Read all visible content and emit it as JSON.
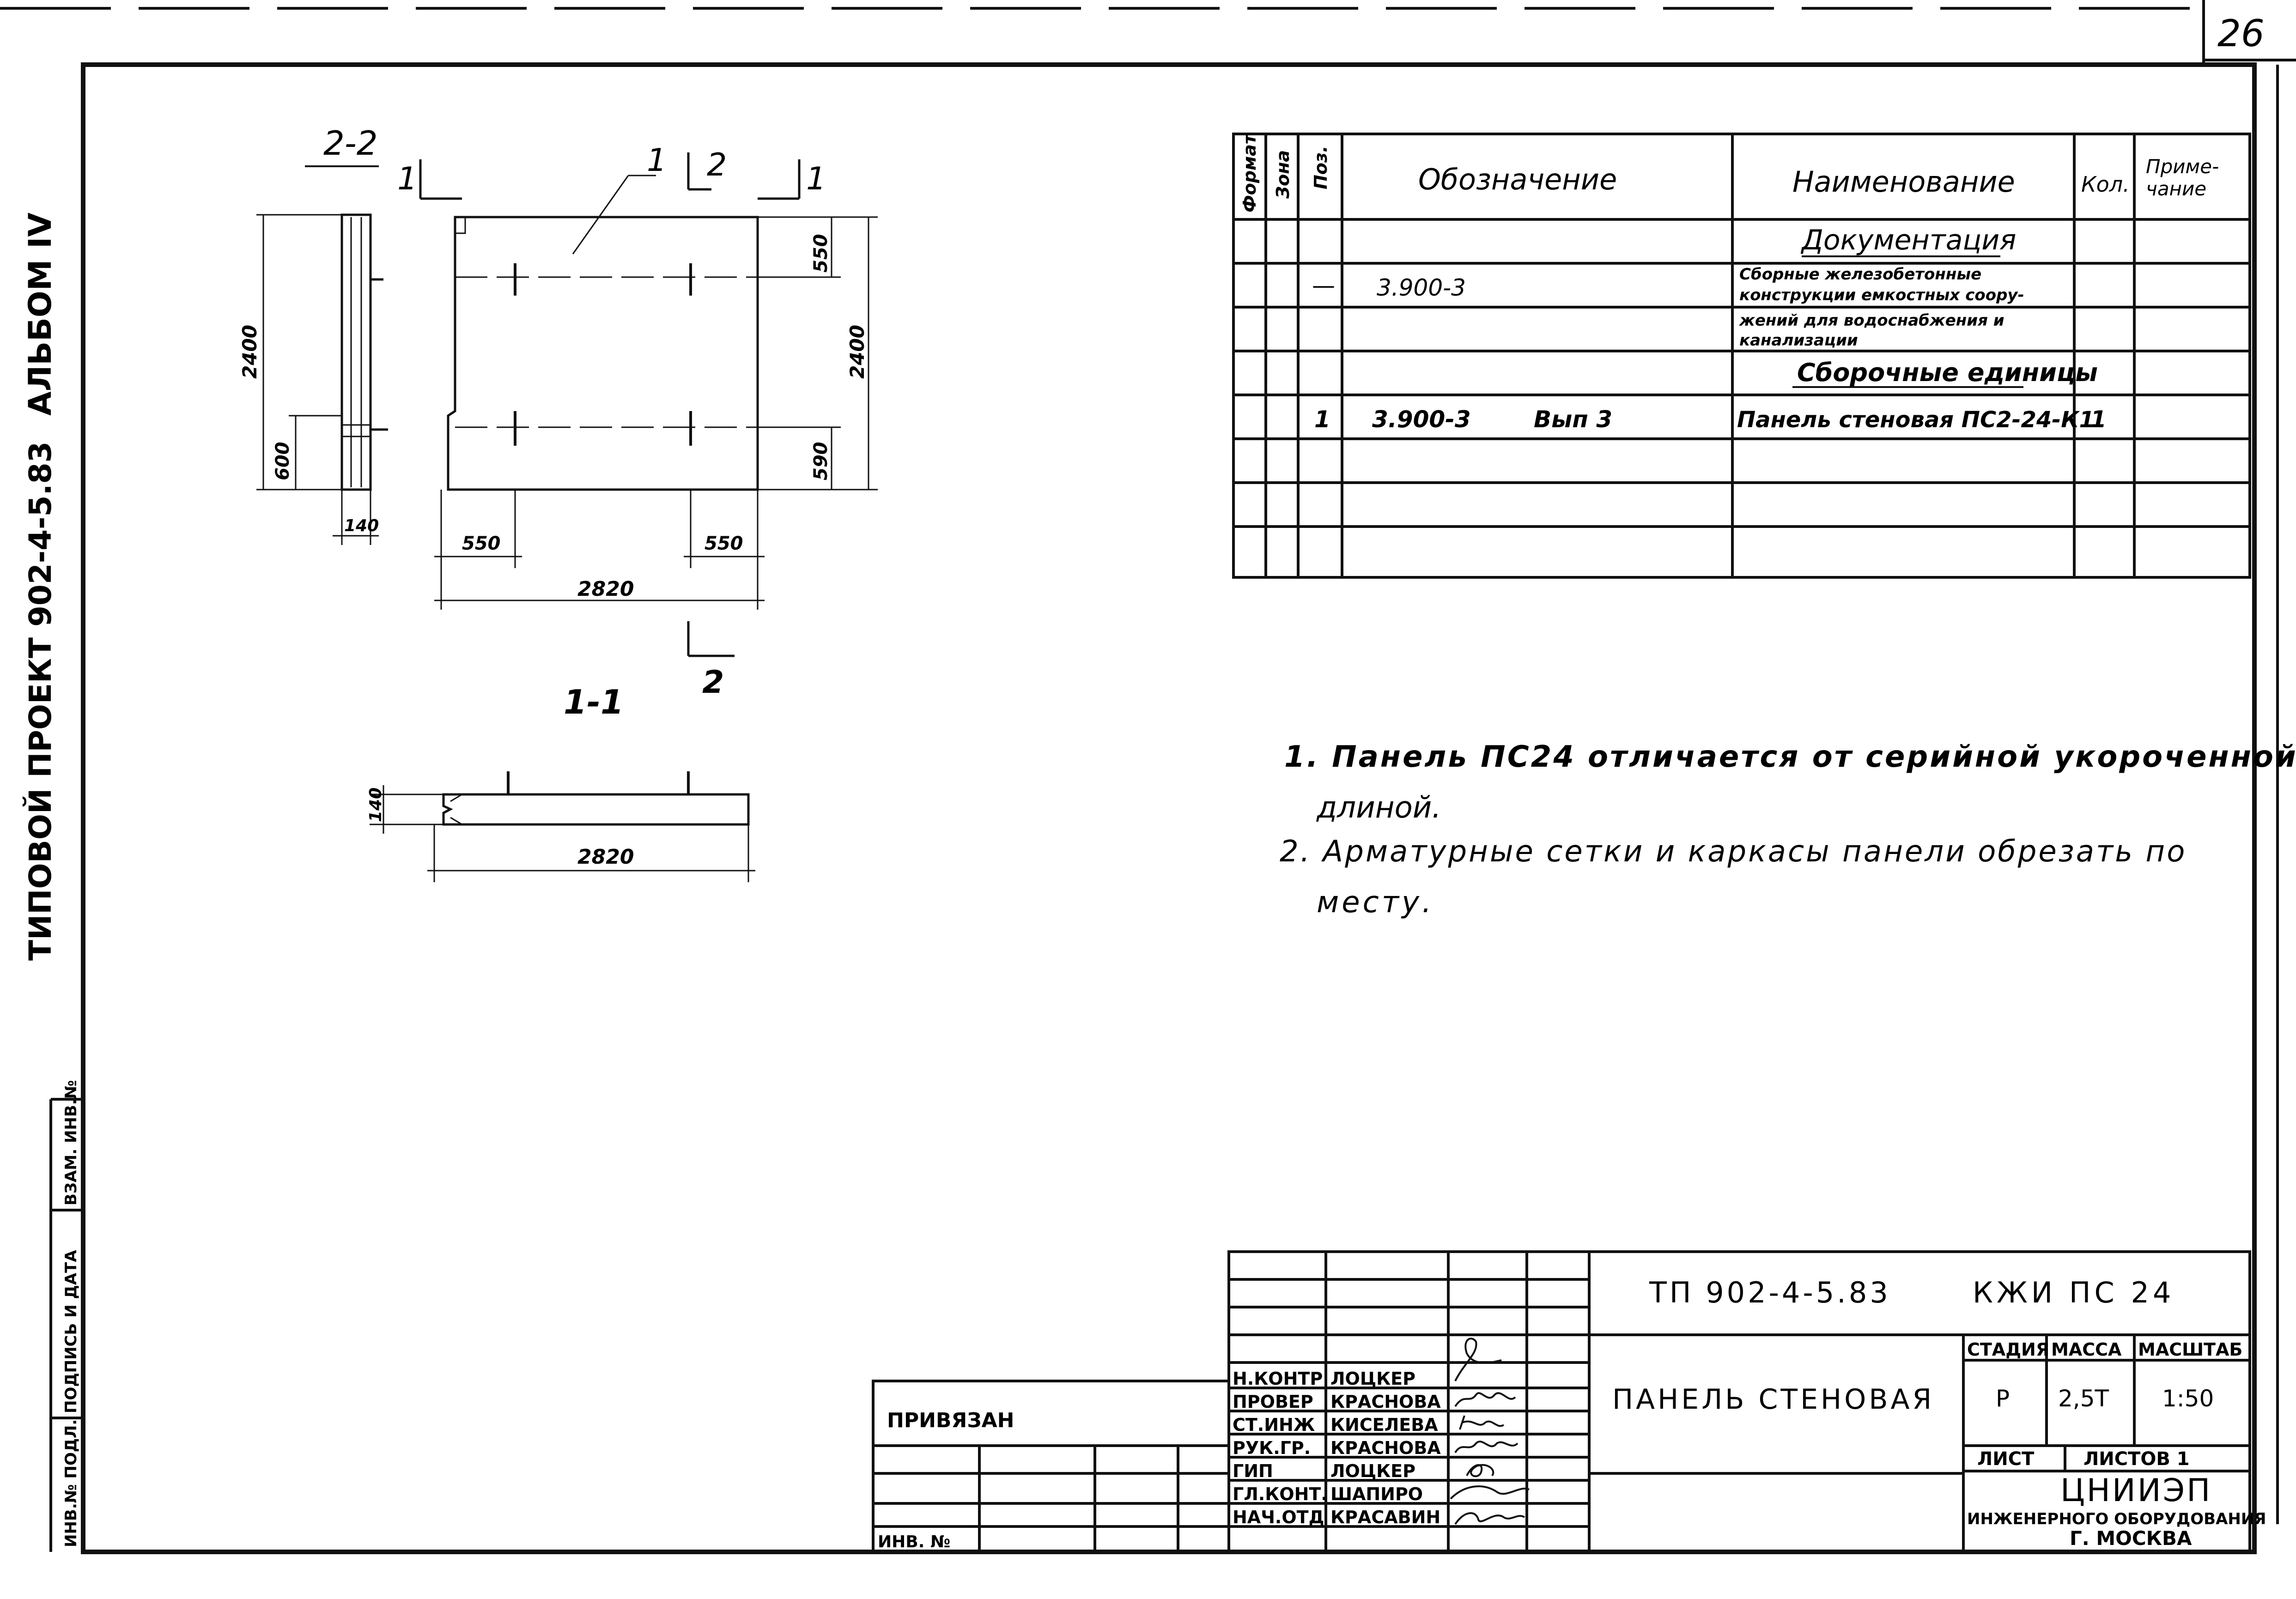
{
  "sheet": {
    "page_number": "26",
    "colors": {
      "ink": "#111111",
      "paper": "#ffffff"
    }
  },
  "margin": {
    "album": "АЛЬБОМ IV",
    "project": "ТИПОВОЙ ПРОЕКТ 902-4-5.83",
    "stamp_fields": [
      "ВЗАМ. ИНВ.№",
      "ПОДПИСЬ И ДАТА",
      "ИНВ.№ ПОДЛ."
    ]
  },
  "drawing": {
    "section_2_2": "2-2",
    "section_1_1": "1-1",
    "section_marks": [
      "1",
      "1",
      "2",
      "2"
    ],
    "position_leader": "1",
    "dims": {
      "height_2400_left": "2400",
      "height_600": "600",
      "thick_140_bottom": "140",
      "height_550_top": "550",
      "height_2400_right": "2400",
      "height_590": "590",
      "width_550_left": "550",
      "width_550_right": "550",
      "width_2820_top": "2820",
      "thick_140_side": "140",
      "width_2820_bottom": "2820"
    }
  },
  "spec_table": {
    "headers": {
      "format": "Формат",
      "zone": "Зона",
      "pos": "Поз.",
      "designation": "Обозначение",
      "name": "Наименование",
      "qty": "Кол.",
      "note": "Приме-\nчание"
    },
    "section_docs": "Документация",
    "doc_pos": "—",
    "doc_designation": "3.900-3",
    "doc_name_1": "Сборные железобетонные",
    "doc_name_2": "конструкции емкостных соору-",
    "doc_name_3": "жений для водоснабжения и",
    "doc_name_4": "канализации",
    "section_units": "Сборочные единицы",
    "unit_pos": "1",
    "unit_designation": "3.900-3",
    "unit_issue": "Вып 3",
    "unit_name": "Панель стеновая ПС2-24-К1",
    "unit_qty": "1"
  },
  "notes": {
    "line1": "1. Панель ПС24 отличается от серийной укороченной",
    "line1b": "длиной.",
    "line2": "2. Арматурные сетки и каркасы панели обрезать по",
    "line2b": "месту."
  },
  "title_block": {
    "project_code": "ТП 902-4-5.83",
    "drawing_code": "КЖИ ПС 24",
    "title": "ПАНЕЛЬ СТЕНОВАЯ",
    "stage_label": "СТАДИЯ",
    "mass_label": "МАССА",
    "scale_label": "МАСШТАБ",
    "stage": "Р",
    "mass": "2,5Т",
    "scale": "1:50",
    "sheet_label": "ЛИСТ",
    "sheets_label": "ЛИСТОВ 1",
    "org": "ЦНИИЭП",
    "org_sub": "ИНЖЕНЕРНОГО ОБОРУДОВАНИЯ",
    "org_city": "Г. МОСКВА",
    "attached": "ПРИВЯЗАН",
    "inv_no": "ИНВ. №",
    "roles": [
      {
        "role": "Н.КОНТР",
        "name": "ЛОЦКЕР"
      },
      {
        "role": "ПРОВЕР",
        "name": "КРАСНОВА"
      },
      {
        "role": "СТ.ИНЖ",
        "name": "КИСЕЛЕВА"
      },
      {
        "role": "РУК.ГР.",
        "name": "КРАСНОВА"
      },
      {
        "role": "ГИП",
        "name": "ЛОЦКЕР"
      },
      {
        "role": "ГЛ.КОНТ.",
        "name": "ШАПИРО"
      },
      {
        "role": "НАЧ.ОТД",
        "name": "КРАСАВИН"
      }
    ]
  }
}
